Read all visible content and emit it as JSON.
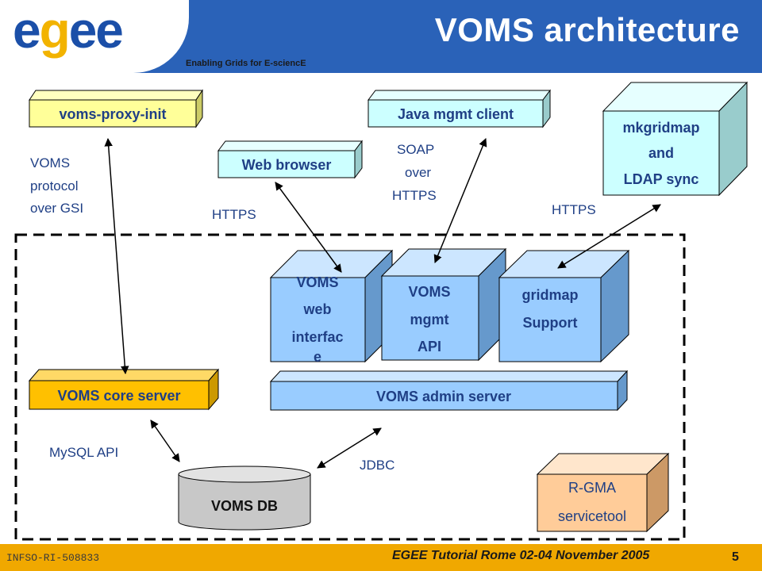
{
  "header": {
    "title": "VOMS architecture",
    "logo_text": "egee",
    "tagline": "Enabling Grids for E-sciencE"
  },
  "footer": {
    "project_id": "INFSO-RI-508833",
    "event": "EGEE Tutorial Rome 02-04 November 2005",
    "page_number": "5"
  },
  "nodes": {
    "voms_proxy_init": "voms-proxy-init",
    "java_mgmt_client": "Java mgmt client",
    "mkgridmap": [
      "mkgridmap",
      "and",
      "LDAP sync"
    ],
    "web_browser": "Web browser",
    "voms_web_interface": [
      "VOMS",
      "web",
      "interfac",
      "e"
    ],
    "voms_mgmt_api": [
      "VOMS",
      "mgmt",
      "API"
    ],
    "gridmap_support": [
      "gridmap",
      "Support"
    ],
    "voms_core_server": "VOMS core server",
    "voms_admin_server": "VOMS admin server",
    "voms_db": "VOMS DB",
    "rgma_servicetool": [
      "R-GMA",
      "servicetool"
    ]
  },
  "edges": {
    "voms_protocol": [
      "VOMS",
      "protocol",
      "over GSI"
    ],
    "https_browser": "HTTPS",
    "soap_over_https": [
      "SOAP",
      "over",
      "HTTPS"
    ],
    "https_mkgridmap": "HTTPS",
    "mysql_api": "MySQL API",
    "jdbc": "JDBC"
  },
  "colors": {
    "header_blue": "#2a62b8",
    "footer_orange": "#f0a800",
    "yellow_box": "#ffff99",
    "core_server_gold": "#ffc000",
    "light_blue_box": "#99ccff",
    "teal_box": "#ccffff",
    "db_gray": "#c8c8c8",
    "rgma_peach": "#ffcc99",
    "label_blue": "#1f3f85"
  }
}
